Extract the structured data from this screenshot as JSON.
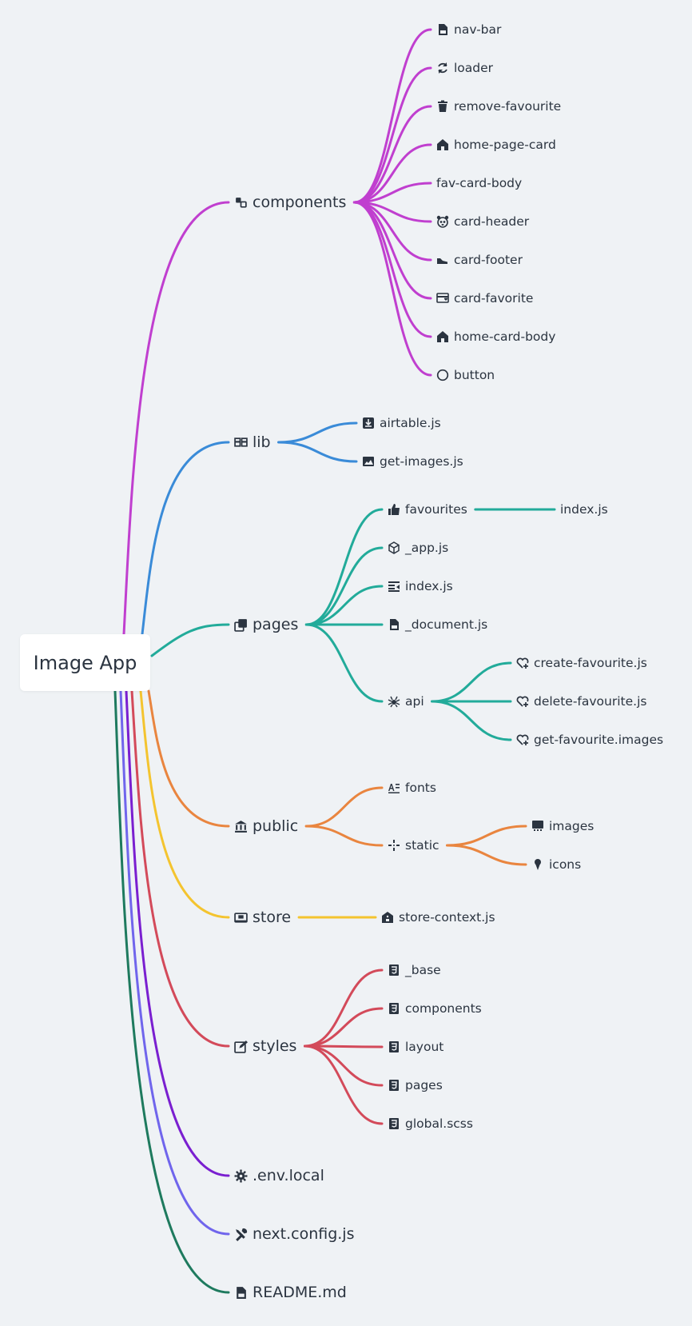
{
  "root": {
    "label": "Image App"
  },
  "colors": {
    "components": "#c03fcf",
    "lib": "#3a8bd8",
    "pages": "#22ab9a",
    "public": "#e9853f",
    "store": "#f4c42f",
    "styles": "#d34a5a",
    "env": "#7a1fd0",
    "next": "#7065ec",
    "readme": "#1e7a5e"
  },
  "nodes": [
    {
      "id": "components",
      "parent": "root",
      "label": "components",
      "icon": "cubes-icon",
      "color": "components"
    },
    {
      "id": "nav-bar",
      "parent": "components",
      "label": "nav-bar",
      "icon": "file-js-icon",
      "color": "components"
    },
    {
      "id": "loader",
      "parent": "components",
      "label": "loader",
      "icon": "refresh-icon",
      "color": "components"
    },
    {
      "id": "remove-favourite",
      "parent": "components",
      "label": "remove-favourite",
      "icon": "trash-icon",
      "color": "components"
    },
    {
      "id": "home-page-card",
      "parent": "components",
      "label": "home-page-card",
      "icon": "home-icon",
      "color": "components"
    },
    {
      "id": "fav-card-body",
      "parent": "components",
      "label": "fav-card-body",
      "icon": "",
      "color": "components"
    },
    {
      "id": "card-header",
      "parent": "components",
      "label": "card-header",
      "icon": "panda-icon",
      "color": "components"
    },
    {
      "id": "card-footer",
      "parent": "components",
      "label": "card-footer",
      "icon": "shoe-icon",
      "color": "components"
    },
    {
      "id": "card-favorite",
      "parent": "components",
      "label": "card-favorite",
      "icon": "card-heart-icon",
      "color": "components"
    },
    {
      "id": "home-card-body",
      "parent": "components",
      "label": "home-card-body",
      "icon": "home-icon",
      "color": "components"
    },
    {
      "id": "button",
      "parent": "components",
      "label": "button",
      "icon": "circle-icon",
      "color": "components"
    },
    {
      "id": "lib",
      "parent": "root",
      "label": "lib",
      "icon": "book-icon",
      "color": "lib"
    },
    {
      "id": "airtable",
      "parent": "lib",
      "label": "airtable.js",
      "icon": "download-box-icon",
      "color": "lib"
    },
    {
      "id": "get-images",
      "parent": "lib",
      "label": "get-images.js",
      "icon": "image-icon",
      "color": "lib"
    },
    {
      "id": "pages",
      "parent": "root",
      "label": "pages",
      "icon": "pages-icon",
      "color": "pages"
    },
    {
      "id": "favourites",
      "parent": "pages",
      "label": "favourites",
      "icon": "thumbs-up-icon",
      "color": "pages"
    },
    {
      "id": "fav-index",
      "parent": "favourites",
      "label": "index.js",
      "icon": "",
      "color": "pages"
    },
    {
      "id": "app-js",
      "parent": "pages",
      "label": "_app.js",
      "icon": "cube-icon",
      "color": "pages"
    },
    {
      "id": "pages-index",
      "parent": "pages",
      "label": "index.js",
      "icon": "list-indent-icon",
      "color": "pages"
    },
    {
      "id": "document-js",
      "parent": "pages",
      "label": "_document.js",
      "icon": "file-js-icon",
      "color": "pages"
    },
    {
      "id": "api",
      "parent": "pages",
      "label": "api",
      "icon": "spider-icon",
      "color": "pages"
    },
    {
      "id": "create-fav",
      "parent": "api",
      "label": "create-favourite.js",
      "icon": "heart-plus-icon",
      "color": "pages"
    },
    {
      "id": "delete-fav",
      "parent": "api",
      "label": "delete-favourite.js",
      "icon": "heart-plus-icon",
      "color": "pages"
    },
    {
      "id": "get-fav",
      "parent": "api",
      "label": "get-favourite.images",
      "icon": "heart-plus-icon",
      "color": "pages"
    },
    {
      "id": "public",
      "parent": "root",
      "label": "public",
      "icon": "bank-icon",
      "color": "public"
    },
    {
      "id": "fonts",
      "parent": "public",
      "label": "fonts",
      "icon": "font-icon",
      "color": "public"
    },
    {
      "id": "static",
      "parent": "public",
      "label": "static",
      "icon": "crosshair-icon",
      "color": "public"
    },
    {
      "id": "images",
      "parent": "static",
      "label": "images",
      "icon": "monitor-icon",
      "color": "public"
    },
    {
      "id": "icons",
      "parent": "static",
      "label": "icons",
      "icon": "ice-cream-icon",
      "color": "public"
    },
    {
      "id": "store",
      "parent": "root",
      "label": "store",
      "icon": "cash-register-icon",
      "color": "store"
    },
    {
      "id": "store-context",
      "parent": "store",
      "label": "store-context.js",
      "icon": "home-box-icon",
      "color": "store"
    },
    {
      "id": "styles",
      "parent": "root",
      "label": "styles",
      "icon": "edit-icon",
      "color": "styles"
    },
    {
      "id": "base",
      "parent": "styles",
      "label": "_base",
      "icon": "css3-icon",
      "color": "styles"
    },
    {
      "id": "styles-components",
      "parent": "styles",
      "label": "components",
      "icon": "css3-icon",
      "color": "styles"
    },
    {
      "id": "layout",
      "parent": "styles",
      "label": "layout",
      "icon": "css3-icon",
      "color": "styles"
    },
    {
      "id": "styles-pages",
      "parent": "styles",
      "label": "pages",
      "icon": "css3-icon",
      "color": "styles"
    },
    {
      "id": "global",
      "parent": "styles",
      "label": "global.scss",
      "icon": "css3-icon",
      "color": "styles"
    },
    {
      "id": "env",
      "parent": "root",
      "label": ".env.local",
      "icon": "gear-icon",
      "color": "env"
    },
    {
      "id": "next",
      "parent": "root",
      "label": "next.config.js",
      "icon": "tools-icon",
      "color": "next"
    },
    {
      "id": "readme",
      "parent": "root",
      "label": "README.md",
      "icon": "file-txt-icon",
      "color": "readme"
    }
  ]
}
